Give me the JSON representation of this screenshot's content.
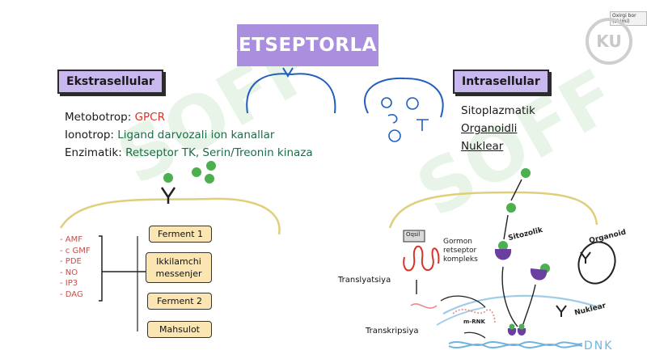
{
  "title": "RETSEPTORLAR",
  "watermark": {
    "text": "SOFF",
    "color": "#c8e6c9"
  },
  "brand": {
    "badge": "Oxirgi bor (ohimi)",
    "logo": "KU"
  },
  "extra": {
    "label": "Ekstrasellular",
    "lines": [
      {
        "name": "Metobotrop: ",
        "value": "GPCR",
        "color": "#d8332a"
      },
      {
        "name": "Ionotrop: ",
        "value": "Ligand darvozali ion kanallar",
        "color": "#1e6b4a"
      },
      {
        "name": "Enzimatik: ",
        "value": "Retseptor TK, Serin/Treonin kinaza",
        "color": "#1e6b4a"
      }
    ],
    "messengers": [
      "- AMF",
      "- c GMF",
      "- PDE",
      "- NO",
      "- IP3",
      "- DAG"
    ],
    "steps": [
      "Ferment 1",
      "Ikkilamchi messenjer",
      "Ferment 2",
      "Mahsulot"
    ]
  },
  "intra": {
    "label": "Intrasellular",
    "items": [
      "Sitoplazmatik",
      "Organoidli",
      "Nuklear"
    ],
    "sitozolik": "Sitozolik",
    "organoid": "Organoid",
    "nuklear": "Nuklear",
    "gormon_complex": "Gormon retseptor kompleks",
    "transl": "Translyatsiya",
    "transk": "Transkripsiya",
    "mrna": "m-RNK",
    "dnk": "DNK",
    "tag": "Oqsil"
  },
  "colors": {
    "accent": "#a98fde",
    "ligand": "#4caf50",
    "receptor": "#6a3fa0",
    "membrane": "#e0cf7a",
    "membrane_top": "#1f5fbf"
  }
}
